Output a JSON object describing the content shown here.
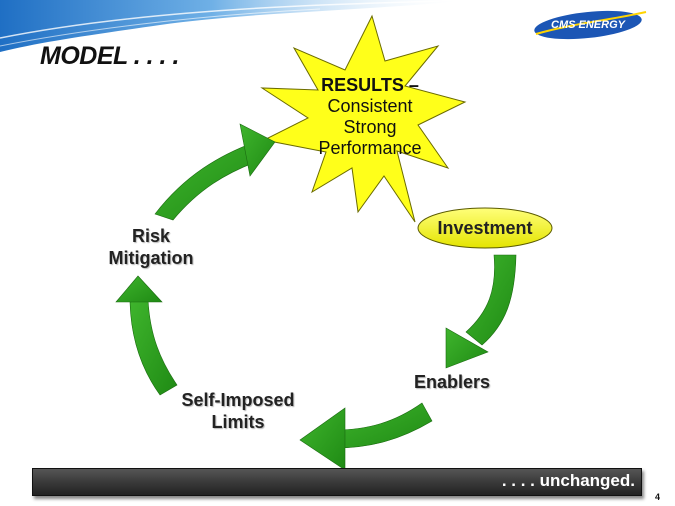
{
  "slide": {
    "title": "MODEL . . . .",
    "logo_text": "CMS ENERGY",
    "page_number": "4"
  },
  "colors": {
    "arrow_green": "#2e9e1e",
    "starburst_yellow": "#ffff1a",
    "ellipse_yellow": "#f2f21a",
    "banner_blue": "#4a90d0"
  },
  "diagram": {
    "results": {
      "bold_label": "RESULTS –",
      "subtitle": "Consistent\nStrong\nPerformance"
    },
    "investment": "Investment",
    "enablers": "Enablers",
    "self_imposed_limits": "Self-Imposed\nLimits",
    "risk_mitigation": "Risk\nMitigation"
  },
  "footer": {
    "text": ". . . . unchanged."
  }
}
